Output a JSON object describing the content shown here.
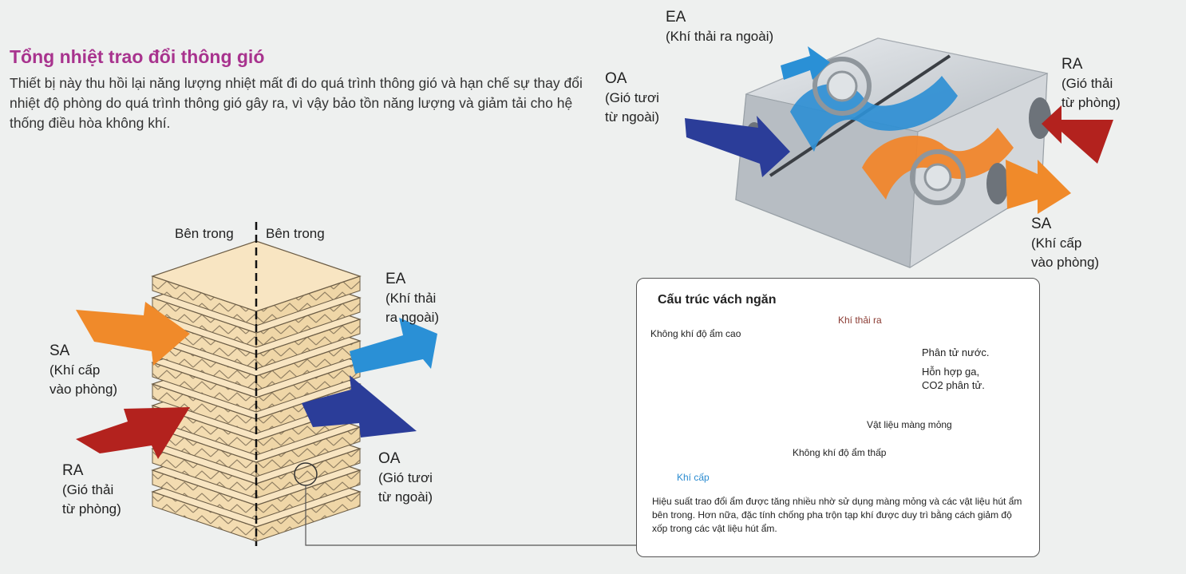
{
  "title": "Tổng nhiệt trao đổi thông gió",
  "description": "Thiết bị này thu hồi lại năng lượng nhiệt mất đi do quá trình thông gió và hạn chế sự thay đổi nhiệt độ phòng do quá trình thông gió gây ra, vì vậy bảo tồn năng lượng và giảm tải cho hệ thống điều hòa không khí.",
  "unit_diagram": {
    "ea": {
      "code": "EA",
      "desc": "(Khí thải ra ngoài)"
    },
    "oa": {
      "code": "OA",
      "line1": "(Gió tươi",
      "line2": "từ ngoài)"
    },
    "ra": {
      "code": "RA",
      "line1": "(Gió thải",
      "line2": "từ phòng)"
    },
    "sa": {
      "code": "SA",
      "line1": "(Khí cấp",
      "line2": "vào phòng)"
    },
    "colors": {
      "ea": "#2a90d6",
      "oa": "#2b3d99",
      "ra": "#b3221e",
      "sa": "#f08a2a"
    }
  },
  "core_diagram": {
    "inside_left": "Bên trong",
    "inside_right": "Bên trong",
    "ea": {
      "code": "EA",
      "line1": "(Khí thải",
      "line2": "ra ngoài)"
    },
    "sa": {
      "code": "SA",
      "line1": "(Khí cấp",
      "line2": "vào phòng)"
    },
    "ra": {
      "code": "RA",
      "line1": "(Gió thải",
      "line2": "từ phòng)"
    },
    "oa": {
      "code": "OA",
      "line1": "(Gió tươi",
      "line2": "từ ngoài)"
    }
  },
  "partition": {
    "title": "Cấu trúc vách ngăn",
    "high_humidity": "Không khí độ ẩm cao",
    "exhaust": "Khí thải ra",
    "low_humidity": "Không khí độ ẩm thấp",
    "supply": "Khí cấp",
    "membrane": "Vật liệu màng mỏng",
    "legend_water": "Phân tử nước.",
    "legend_gas_line1": "Hỗn hợp ga,",
    "legend_gas_line2": "CO2 phân tử.",
    "description": "Hiệu suất trao đổi ẩm được tăng nhiều nhờ sử dụng màng mỏng và các vật liệu hút ẩm bên trong. Hơn nữa, đặc tính chống pha trộn tạp khí được duy trì bằng cách giảm độ xốp trong các vật liệu hút ẩm."
  }
}
